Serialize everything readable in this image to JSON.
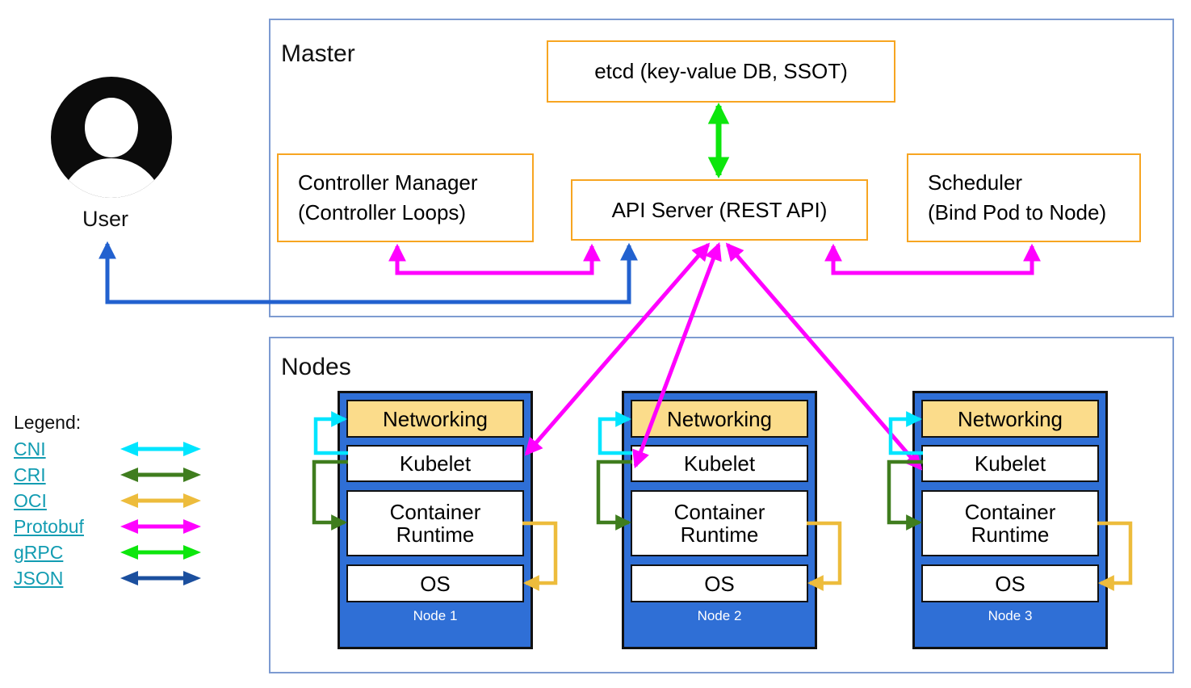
{
  "user": {
    "label": "User"
  },
  "master": {
    "label": "Master",
    "etcd_label": "etcd (key-value DB, SSOT)",
    "controller_manager_line1": "Controller Manager",
    "controller_manager_line2": "(Controller Loops)",
    "api_server_label": "API Server (REST API)",
    "scheduler_line1": "Scheduler",
    "scheduler_line2": "(Bind Pod to Node)"
  },
  "nodes_section": {
    "label": "Nodes",
    "nodes": [
      {
        "name": "Node 1",
        "layers": [
          "Networking",
          "Kubelet",
          "Container Runtime",
          "OS"
        ]
      },
      {
        "name": "Node 2",
        "layers": [
          "Networking",
          "Kubelet",
          "Container Runtime",
          "OS"
        ]
      },
      {
        "name": "Node 3",
        "layers": [
          "Networking",
          "Kubelet",
          "Container Runtime",
          "OS"
        ]
      }
    ]
  },
  "legend": {
    "title": "Legend:",
    "items": [
      {
        "label": "CNI",
        "color": "#00E5FF"
      },
      {
        "label": "CRI",
        "color": "#3F7D1E"
      },
      {
        "label": "OCI",
        "color": "#EDBC3C"
      },
      {
        "label": "Protobuf",
        "color": "#FF00FF"
      },
      {
        "label": "gRPC",
        "color": "#0CE60C"
      },
      {
        "label": "JSON",
        "color": "#1B4F9E"
      }
    ]
  },
  "colors": {
    "component_border": "#F7A521",
    "section_border": "#7D9BD1",
    "node_fill": "#2F6FD6",
    "networking_fill": "#FBDC8B",
    "legend_link": "#129CB2",
    "user_json_arrow": "#2261CF",
    "protobuf_arrow": "#FF00FF",
    "grpc_arrow": "#0CE60C"
  }
}
